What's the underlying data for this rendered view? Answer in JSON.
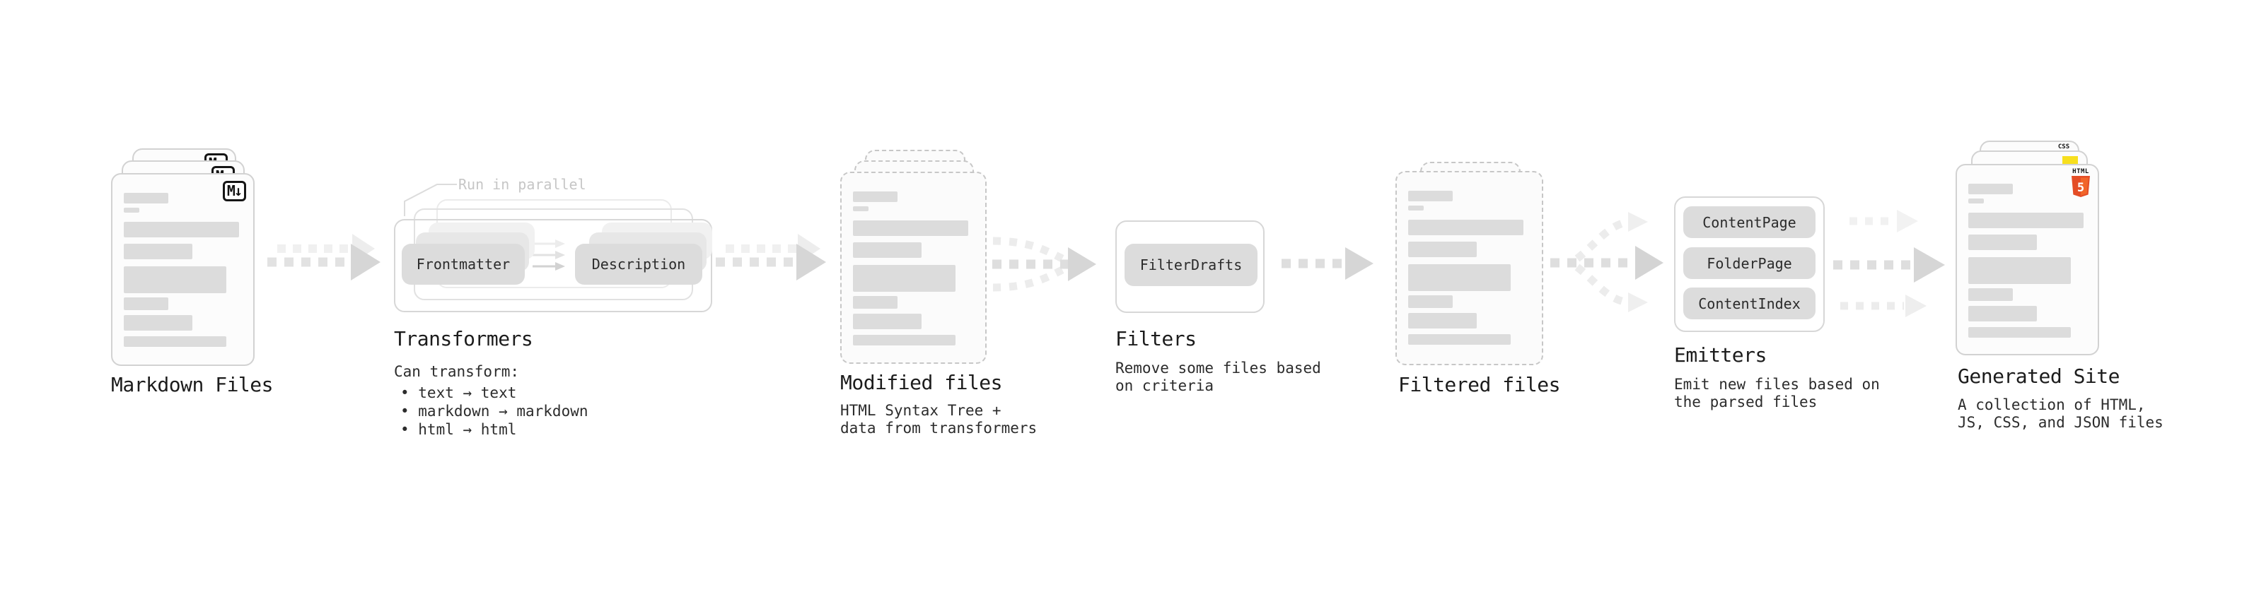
{
  "stages": {
    "markdown_files": {
      "title": "Markdown Files",
      "icon_label": "M↓"
    },
    "transformers": {
      "title": "Transformers",
      "annotation": "Run in parallel",
      "buttons": [
        "Frontmatter",
        "Description"
      ],
      "description_heading": "Can transform:",
      "bullets": [
        "• text → text",
        "• markdown → markdown",
        "• html → html"
      ]
    },
    "modified_files": {
      "title": "Modified files",
      "subtitle": [
        "HTML Syntax Tree +",
        "data from transformers"
      ]
    },
    "filters": {
      "title": "Filters",
      "button": "FilterDrafts",
      "subtitle": [
        "Remove some files based",
        "on criteria"
      ]
    },
    "filtered_files": {
      "title": "Filtered files"
    },
    "emitters": {
      "title": "Emitters",
      "buttons": [
        "ContentPage",
        "FolderPage",
        "ContentIndex"
      ],
      "subtitle": [
        "Emit new files based on",
        "the parsed files"
      ]
    },
    "generated_site": {
      "title": "Generated Site",
      "subtitle": [
        "A collection of HTML,",
        "JS, CSS, and JSON files"
      ],
      "css_badge_label": "CSS",
      "html_badge_label": "HTML",
      "html_badge_number": "5"
    }
  },
  "colors": {
    "markdown_icon": "#151515",
    "html5_orange": "#e44d26",
    "html5_orange_light": "#f16529",
    "js_yellow": "#f7df1e",
    "css_blue": "#2965f1",
    "arrow_main": "#d6d6d6",
    "arrow_ghost": "#ededed",
    "card_border": "#d2d2d2",
    "bar_fill": "#dcdcdc",
    "text_dark": "#1c1c1c",
    "annotation_gray": "#c6c6c6"
  },
  "placeholder_bars": [
    {
      "w": 63,
      "h": 15,
      "mt": 0
    },
    {
      "w": 22,
      "h": 7,
      "mt": 6
    },
    {
      "w": 163,
      "h": 22,
      "mt": 13
    },
    {
      "w": 97,
      "h": 22,
      "mt": 9
    },
    {
      "w": 145,
      "h": 38,
      "mt": 10
    },
    {
      "w": 63,
      "h": 18,
      "mt": 6
    },
    {
      "w": 97,
      "h": 22,
      "mt": 7
    },
    {
      "w": 145,
      "h": 15,
      "mt": 8
    }
  ]
}
